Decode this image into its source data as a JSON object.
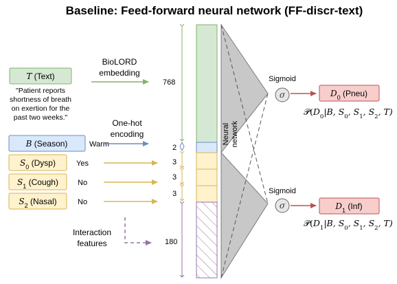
{
  "title": "Baseline: Feed-forward neural network (FF-discr-text)",
  "inputs": {
    "text": {
      "var": "T",
      "label": " (Text)"
    },
    "quote": [
      "\"Patient reports",
      "shortness of breath",
      "on exertion for the",
      "past two weeks.\""
    ],
    "season": {
      "var": "B",
      "label": " (Season)",
      "value": "Warm"
    },
    "s0": {
      "var": "S",
      "sub": "0",
      "label": " (Dysp)",
      "value": "Yes"
    },
    "s1": {
      "var": "S",
      "sub": "1",
      "label": " (Cough)",
      "value": "No"
    },
    "s2": {
      "var": "S",
      "sub": "2",
      "label": " (Nasal)",
      "value": "No"
    }
  },
  "annotations": {
    "biolord_line1": "BioLORD",
    "biolord_line2": "embedding",
    "onehot_line1": "One-hot",
    "onehot_line2": "encoding",
    "interaction_line1": "Interaction",
    "interaction_line2": "features"
  },
  "dims": {
    "text": "768",
    "season": "2",
    "s0": "3",
    "s1": "3",
    "s2": "3",
    "interaction": "180"
  },
  "network": {
    "label_line1": "Neural",
    "label_line2": "network"
  },
  "sigmoid": {
    "label": "Sigmoid",
    "symbol": "σ"
  },
  "outputs": {
    "d0": {
      "var": "D",
      "sub": "0",
      "label": " (Pneu)"
    },
    "d1": {
      "var": "D",
      "sub": "1",
      "label": " (Inf)"
    }
  },
  "formulas": {
    "d0": {
      "prefix": "𝒫(",
      "var": "D",
      "sub": "0",
      "cond": "|B, S",
      "tail": "0",
      "rest": ", S",
      "s1": "1",
      "rest2": ", S",
      "s2": "2",
      "end": ", T)"
    },
    "d1": {
      "prefix": "𝒫(",
      "var": "D",
      "sub": "1",
      "cond": "|B, S",
      "tail": "0",
      "rest": ", S",
      "s1": "1",
      "rest2": ", S",
      "s2": "2",
      "end": ", T)"
    }
  },
  "colors": {
    "text_fill": "#d5e8d4",
    "text_stroke": "#82b366",
    "season_fill": "#dae8fc",
    "season_stroke": "#6c8ebf",
    "s_fill": "#fff2cc",
    "s_stroke": "#d6b656",
    "out_fill": "#f8cecc",
    "out_stroke": "#b85450",
    "green_arrow": "#82b366",
    "blue_arrow": "#6c8ebf",
    "yellow_arrow": "#d6b656",
    "purple": "#9673a6",
    "red_arrow": "#b85450",
    "network": "#c8c8c8"
  }
}
